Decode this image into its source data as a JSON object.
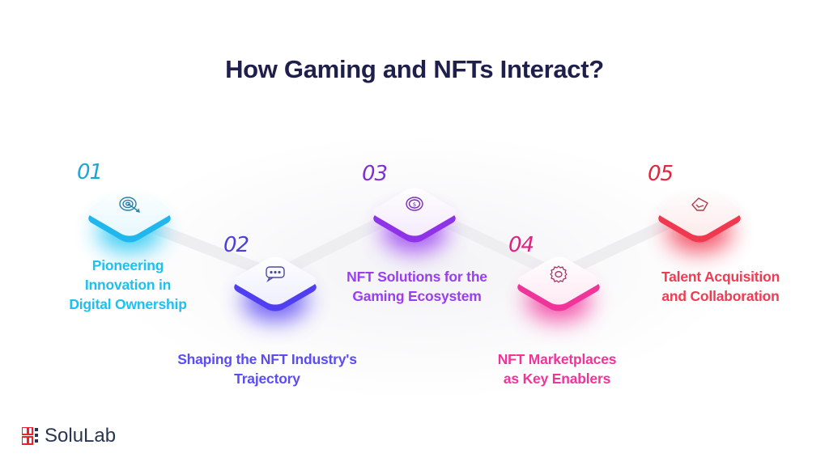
{
  "title": "How Gaming and NFTs Interact?",
  "steps": [
    {
      "number": "01",
      "label_lines": [
        "Pioneering",
        "Innovation in",
        "Digital Ownership"
      ],
      "icon": "target-icon",
      "color": "#1ec0ef"
    },
    {
      "number": "02",
      "label_lines": [
        "Shaping the NFT Industry's",
        "Trajectory"
      ],
      "icon": "chat-bubble-icon",
      "color": "#5b4cf5"
    },
    {
      "number": "03",
      "label_lines": [
        "NFT Solutions for the",
        "Gaming Ecosystem"
      ],
      "icon": "coin-icon",
      "color": "#9a3df0"
    },
    {
      "number": "04",
      "label_lines": [
        "NFT Marketplaces",
        "as Key Enablers"
      ],
      "icon": "gear-icon",
      "color": "#f0359a"
    },
    {
      "number": "05",
      "label_lines": [
        "Talent Acquisition",
        "and Collaboration"
      ],
      "icon": "ticket-check-icon",
      "color": "#f23a52"
    }
  ],
  "logo": {
    "text": "SoluLab",
    "color": "#e8232f"
  }
}
